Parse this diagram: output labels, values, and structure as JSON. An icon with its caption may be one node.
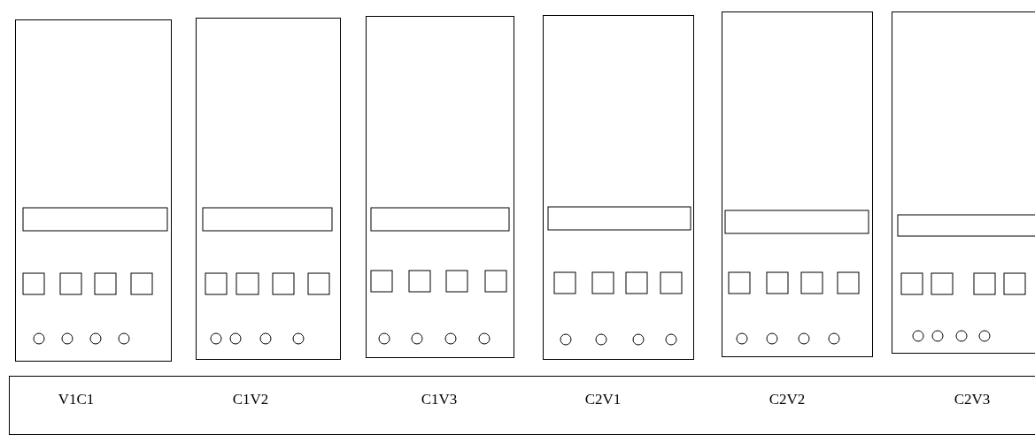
{
  "diagram": {
    "nodes": [
      {
        "text": [],
        "shape": "box"
      },
      {
        "text": [],
        "shape": "box"
      },
      {
        "text": [],
        "shape": "box"
      },
      {
        "text": [],
        "shape": "box"
      },
      {
        "text": [],
        "shape": "box"
      },
      {
        "text": [],
        "shape": "box"
      },
      {
        "text": [
          "V1C1",
          "C1V2",
          "C1V3",
          "C2V1",
          "C2V2",
          "C2V3"
        ]
      }
    ]
  }
}
